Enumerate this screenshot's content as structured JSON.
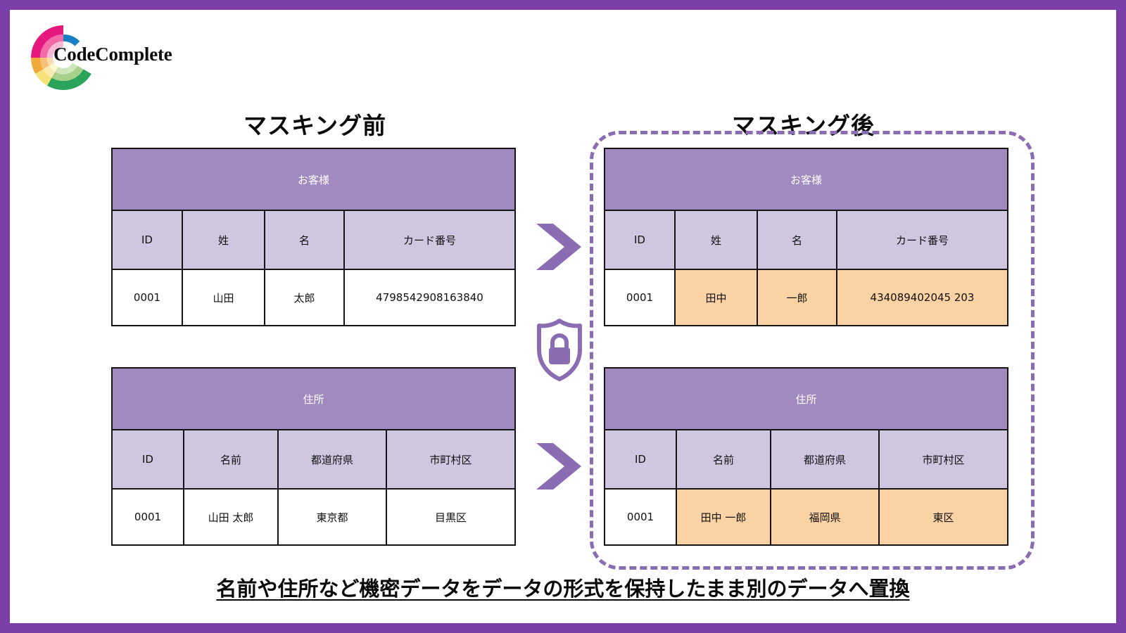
{
  "brand": {
    "name": "CodeComplete",
    "logo_icon": "codecomplete-arc-logo",
    "arc_colors": [
      "#e5187f",
      "#f06ba8",
      "#f7a8c8",
      "#1b7fc4",
      "#f2a93b",
      "#f7d98a",
      "#f6ef9e",
      "#a8d08d",
      "#2aa35b"
    ]
  },
  "frame": {
    "outer_border_color": "#7b3ea9",
    "mask_region_border_color": "#8a6cb3"
  },
  "titles": {
    "before": "マスキング前",
    "after": "マスキング後"
  },
  "colors": {
    "table_title_bg": "#a18ac0",
    "table_header_bg": "#cfc6e0",
    "masked_cell_bg": "#fbd2a3",
    "cell_border": "#141414",
    "arrow": "#8a6cb3",
    "lock": "#8a6cb3"
  },
  "icons": {
    "arrow_top": "chevron-right-arrow",
    "arrow_bottom": "chevron-right-arrow",
    "lock": "shield-lock-icon"
  },
  "tables": {
    "customer_before": {
      "title": "お客様",
      "columns": [
        "ID",
        "姓",
        "名",
        "カード番号"
      ],
      "rows": [
        {
          "cells": [
            "0001",
            "山田",
            "太郎",
            "4798542908163840"
          ],
          "masked": [
            false,
            false,
            false,
            false
          ]
        }
      ]
    },
    "address_before": {
      "title": "住所",
      "columns": [
        "ID",
        "名前",
        "都道府県",
        "市町村区"
      ],
      "rows": [
        {
          "cells": [
            "0001",
            "山田 太郎",
            "東京都",
            "目黒区"
          ],
          "masked": [
            false,
            false,
            false,
            false
          ]
        }
      ]
    },
    "customer_after": {
      "title": "お客様",
      "columns": [
        "ID",
        "姓",
        "名",
        "カード番号"
      ],
      "rows": [
        {
          "cells": [
            "0001",
            "田中",
            "一郎",
            "434089402045 203"
          ],
          "masked": [
            false,
            true,
            true,
            true
          ]
        }
      ]
    },
    "address_after": {
      "title": "住所",
      "columns": [
        "ID",
        "名前",
        "都道府県",
        "市町村区"
      ],
      "rows": [
        {
          "cells": [
            "0001",
            "田中 一郎",
            "福岡県",
            "東区"
          ],
          "masked": [
            false,
            true,
            true,
            true
          ]
        }
      ]
    }
  },
  "caption": "名前や住所など機密データをデータの形式を保持したまま別のデータへ置換"
}
